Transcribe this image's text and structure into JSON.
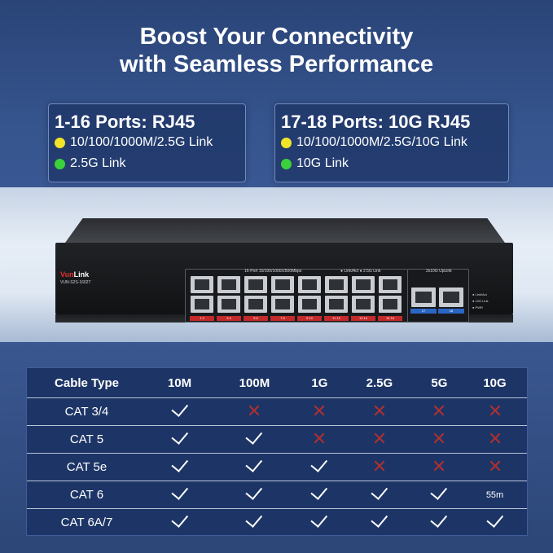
{
  "headline": {
    "line1": "Boost Your Connectivity",
    "line2": "with Seamless Performance"
  },
  "box_left": {
    "title": "1-16 Ports: RJ45",
    "rows": [
      {
        "dot": "yellow",
        "text": "10/100/1000M/2.5G Link"
      },
      {
        "dot": "green",
        "text": "2.5G Link"
      }
    ]
  },
  "box_right": {
    "title": "17-18 Ports: 10G RJ45",
    "rows": [
      {
        "dot": "yellow",
        "text": "10/100/1000M/2.5G/10G Link"
      },
      {
        "dot": "green",
        "text": "10G Link"
      }
    ]
  },
  "switch": {
    "brand_a": "Vun",
    "brand_b": "Link",
    "model": "VUN-S2S-1602T",
    "panel_label": "16-Port 10/100/1000/2500Mbps",
    "led_legend": "● Link/Act  ● 2.5G Link",
    "uplink_label": "2x10G UpLink",
    "uplink_ports": [
      "17",
      "18"
    ],
    "side_leds": [
      "● Link/Act",
      "● 10G Link",
      "● PWR"
    ],
    "port_numbers": [
      "1",
      "2",
      "3",
      "4",
      "5",
      "6",
      "7",
      "8",
      "9",
      "10",
      "11",
      "12",
      "13",
      "14",
      "15",
      "16"
    ]
  },
  "colors": {
    "check": "#ffffff",
    "cross": "#b5302e",
    "yellow_dot": "#f2e428",
    "green_dot": "#3ad13b",
    "port_red": "#c42a2a",
    "port_blue": "#2b66c4"
  },
  "table": {
    "headers": [
      "Cable  Type",
      "10M",
      "100M",
      "1G",
      "2.5G",
      "5G",
      "10G"
    ],
    "rows": [
      {
        "cable": "CAT 3/4",
        "cells": [
          "check",
          "cross",
          "cross",
          "cross",
          "cross",
          "cross"
        ]
      },
      {
        "cable": "CAT 5",
        "cells": [
          "check",
          "check",
          "cross",
          "cross",
          "cross",
          "cross"
        ]
      },
      {
        "cable": "CAT 5e",
        "cells": [
          "check",
          "check",
          "check",
          "cross",
          "cross",
          "cross"
        ]
      },
      {
        "cable": "CAT 6",
        "cells": [
          "check",
          "check",
          "check",
          "check",
          "check",
          "55m"
        ]
      },
      {
        "cable": "CAT 6A/7",
        "cells": [
          "check",
          "check",
          "check",
          "check",
          "check",
          "check"
        ]
      }
    ]
  }
}
